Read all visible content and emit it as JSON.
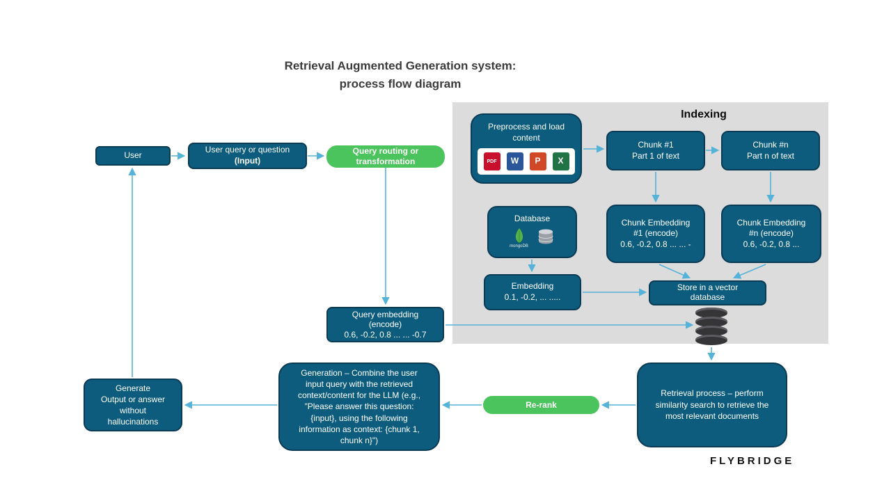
{
  "title": {
    "line1": "Retrieval Augmented Generation system:",
    "line2": "process flow diagram"
  },
  "panel": {
    "label": "Indexing"
  },
  "nodes": {
    "user": {
      "label": "User"
    },
    "user_query": {
      "lines": [
        "User query or question",
        "(Input)"
      ]
    },
    "query_routing": {
      "lines": [
        "Query routing or",
        "transformation"
      ]
    },
    "preprocess": {
      "lines": [
        "Preprocess and load",
        "content"
      ]
    },
    "chunk_1": {
      "lines": [
        "Chunk #1",
        "Part 1 of text"
      ]
    },
    "chunk_n": {
      "lines": [
        "Chunk #n",
        "Part n of text"
      ]
    },
    "database": {
      "label": "Database",
      "mongodb_label": "mongoDB"
    },
    "chunk_embedding_1": {
      "lines": [
        "Chunk Embedding",
        "#1 (encode)",
        "0.6, -0.2, 0.8 ... ... -"
      ]
    },
    "chunk_embedding_n": {
      "lines": [
        "Chunk Embedding",
        "#n (encode)",
        "0.6, -0.2, 0.8 ..."
      ]
    },
    "embedding": {
      "lines": [
        "Embedding",
        "0.1, -0.2, ... ....."
      ]
    },
    "store_vector": {
      "lines": [
        "Store in a vector",
        "database"
      ]
    },
    "query_embedding": {
      "lines": [
        "Query embedding",
        "(encode)",
        "0.6, -0.2, 0.8 ... ... -0.7"
      ]
    },
    "retrieval": {
      "lines": [
        "Retrieval process – perform",
        "similarity search to retrieve the",
        "most relevant documents"
      ]
    },
    "rerank": {
      "label": "Re-rank"
    },
    "generation": {
      "lines": [
        "Generation – Combine the user",
        "input query with the retrieved",
        "context/content for the LLM (e.g.,",
        "\"Please answer this question:",
        "{input}, using the following",
        "information as context: {chunk 1,",
        "chunk n}\")"
      ]
    },
    "generate_output": {
      "lines": [
        "Generate",
        "Output or answer",
        "without",
        "hallucinations"
      ]
    }
  },
  "file_icons": [
    {
      "name": "pdf-icon",
      "label": "PDF",
      "color": "#c8102e"
    },
    {
      "name": "word-icon",
      "label": "W",
      "color": "#2b579a"
    },
    {
      "name": "powerpoint-icon",
      "label": "P",
      "color": "#d24726"
    },
    {
      "name": "excel-icon",
      "label": "X",
      "color": "#217346"
    }
  ],
  "logo": "FLYBRIDGE",
  "colors": {
    "node_fill": "#0d5c7d",
    "node_border": "#0a3a54",
    "accent_green": "#4cc45e",
    "arrow": "#55b2d8",
    "panel_bg": "#dcdcdc"
  }
}
